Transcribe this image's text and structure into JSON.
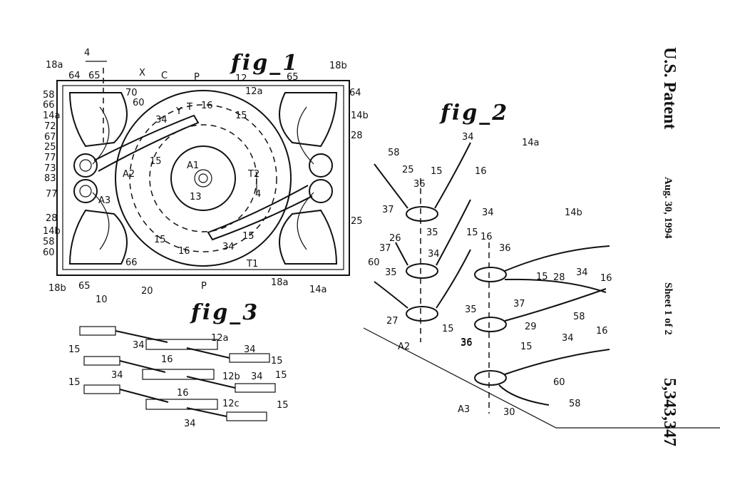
{
  "header": {
    "patent_office": "U.S. Patent",
    "date": "Aug. 30, 1994",
    "sheet": "Sheet 1 of 2",
    "patent_number": "5,343,347"
  },
  "figures": {
    "fig1": {
      "title": "fig_1",
      "labels": [
        "4",
        "18a",
        "64",
        "65",
        "X",
        "C",
        "P",
        "12",
        "12a",
        "18b",
        "65",
        "64",
        "58",
        "66",
        "70",
        "60",
        "Y",
        "T",
        "16",
        "15",
        "14a",
        "72",
        "67",
        "34",
        "14b",
        "28",
        "25",
        "77",
        "15",
        "73",
        "83",
        "A1",
        "A2",
        "T2",
        "4",
        "77",
        "A3",
        "13",
        "28",
        "14b",
        "58",
        "60",
        "66",
        "15",
        "16",
        "34",
        "15",
        "T1",
        "25",
        "18b",
        "65",
        "10",
        "20",
        "P",
        "18a",
        "14a"
      ]
    },
    "fig2": {
      "title": "fig_2",
      "labels": [
        "34",
        "14a",
        "58",
        "25",
        "15",
        "16",
        "36",
        "37",
        "34",
        "35",
        "14b",
        "26",
        "16",
        "15",
        "37",
        "34",
        "36",
        "60",
        "35",
        "28",
        "34",
        "16",
        "35",
        "15",
        "37",
        "58",
        "27",
        "36",
        "29",
        "A2",
        "15",
        "36",
        "34",
        "16",
        "15",
        "60",
        "A3",
        "30",
        "58"
      ]
    },
    "fig3": {
      "title": "fig_3",
      "labels": [
        "12a",
        "15",
        "34",
        "16",
        "34",
        "15",
        "34",
        "12b",
        "34",
        "15",
        "16",
        "15",
        "12c",
        "34",
        "15"
      ]
    }
  }
}
